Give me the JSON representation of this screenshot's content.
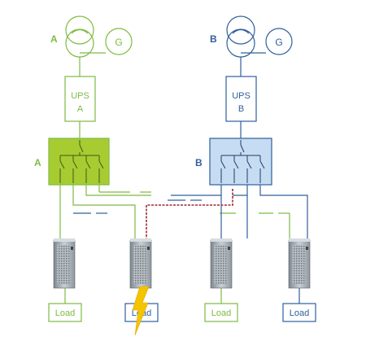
{
  "colors": {
    "green": "#7dbb42",
    "green_fill": "#a7cc32",
    "blue": "#2f5f9c",
    "blue_fill": "#c6dcf2",
    "fault_line": "#9e2a3a",
    "lightning": "#f5c400"
  },
  "side_a": {
    "label": "A",
    "generator": "G",
    "ups_line1": "UPS",
    "ups_line2": "A",
    "switchboard_label": "A"
  },
  "side_b": {
    "label": "B",
    "generator": "G",
    "ups_line1": "UPS",
    "ups_line2": "B",
    "switchboard_label": "B"
  },
  "loads": [
    {
      "label": "Load"
    },
    {
      "label": "Load"
    },
    {
      "label": "Load"
    },
    {
      "label": "Load"
    }
  ],
  "icons": [
    "transformer-icon",
    "generator-icon",
    "server-rack-icon",
    "lightning-bolt-icon"
  ]
}
